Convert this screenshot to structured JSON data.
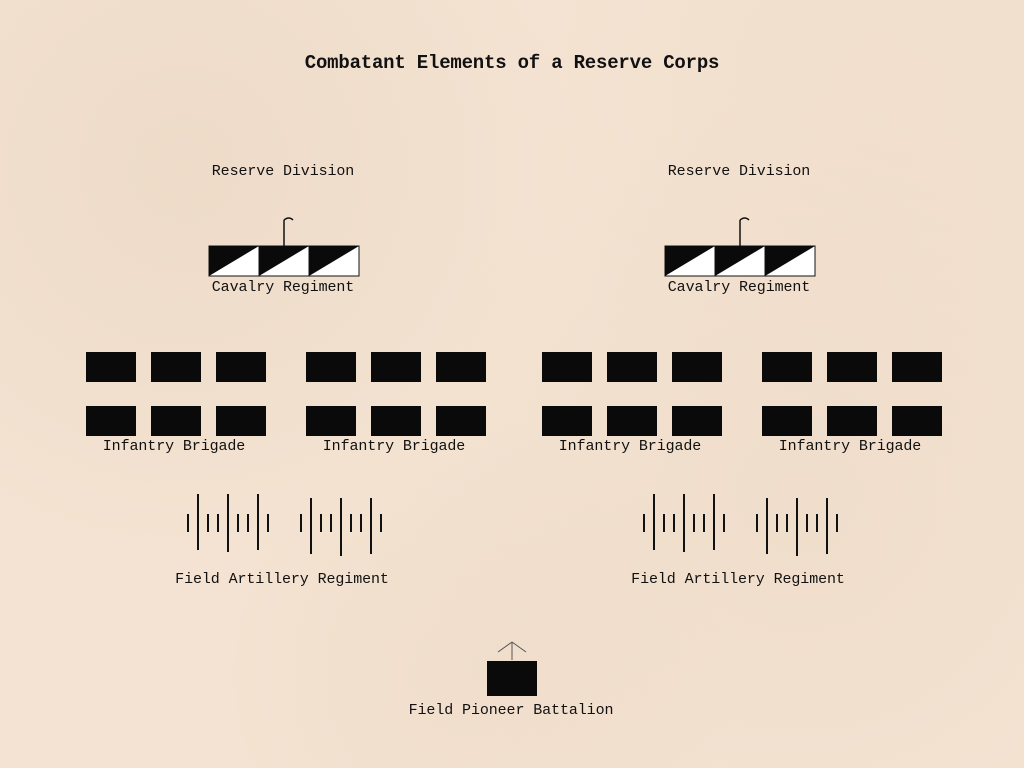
{
  "diagram": {
    "title": "Combatant Elements of a Reserve Corps",
    "divisions": [
      {
        "label": "Reserve Division",
        "cavalry": {
          "label": "Cavalry Regiment"
        },
        "infantry_brigades": [
          {
            "label": "Infantry Brigade"
          },
          {
            "label": "Infantry Brigade"
          }
        ],
        "artillery": {
          "label": "Field Artillery Regiment"
        }
      },
      {
        "label": "Reserve Division",
        "cavalry": {
          "label": "Cavalry Regiment"
        },
        "infantry_brigades": [
          {
            "label": "Infantry Brigade"
          },
          {
            "label": "Infantry Brigade"
          }
        ],
        "artillery": {
          "label": "Field Artillery Regiment"
        }
      }
    ],
    "pioneer": {
      "label": "Field Pioneer Battalion"
    }
  },
  "colors": {
    "background": "#f4e3d2",
    "ink": "#0a0a0a",
    "symbol_fill_light": "#ffffff"
  },
  "icons": {
    "cavalry_symbol": "cavalry-regiment-icon",
    "infantry_symbol": "infantry-battalion-icon",
    "artillery_symbol": "field-artillery-icon",
    "pioneer_symbol": "pioneer-battalion-icon"
  }
}
